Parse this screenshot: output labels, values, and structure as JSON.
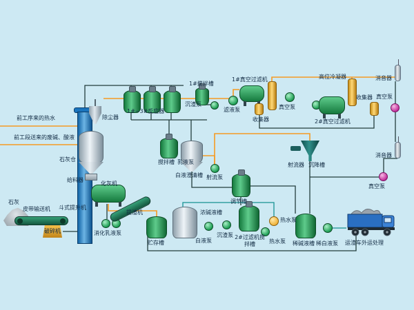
{
  "labels": {
    "hot_water_in": "前工序来的热水",
    "waste_liquor_in": "前工段送来的废碱、酸液",
    "dust_collector": "除尘器",
    "lime_silo": "石灰仓",
    "feeder": "给料器",
    "lime_slaker": "化灰机",
    "lime": "石灰",
    "belt_conveyor": "皮带输送机",
    "crusher": "破碎机",
    "bucket_elevator": "斗式提升机",
    "digestion_pump": "消化乳液泵",
    "slag_extractor": "提渣机",
    "storage_tank": "贮存槽",
    "reactors": "1#~3#反应器",
    "mixing_tank": "搅拌槽",
    "emulsion_pump": "乳液泵",
    "white_liquor_clarifier": "白液澄清槽",
    "jet_pump": "射流泵",
    "mixing_tank_1": "1#搅拌槽",
    "sediment_pump_a": "沉渣泵",
    "filtrate_pump": "滤液泵",
    "vacuum_filter_1": "1#真空过滤机",
    "high_condenser": "高位冷凝器",
    "collector_a": "收集器",
    "vacuum_pump_a": "真空泵",
    "vacuum_filter_2": "2#真空过滤机",
    "collector_b": "收集器",
    "vacuum_pump_b": "真空泵",
    "muffler_a": "消音器",
    "jet_device": "射流器",
    "settling_tank": "沉降槽",
    "muffler_b": "消音器",
    "vacuum_pump_c": "真空泵",
    "conc_alkali_tank": "浓碱液槽",
    "regulating_tank": "调节槽",
    "white_liquor_pump": "白液泵",
    "sediment_pump_b": "沉渣泵",
    "filter2_mixing_tank": "2#过滤机搅拌槽",
    "hot_water_pump_a": "热水泵",
    "hot_water_pump_b": "热水泵",
    "dilute_alkali_tank": "稀碱液槽",
    "dilute_white_pump": "稀白液泵",
    "slag_truck": "运渣车外运处理"
  },
  "colors": {
    "background": "#cde9f3",
    "pipe_orange": "#f59a23",
    "pipe_dark": "#223d3c",
    "pipe_teal": "#159292",
    "tank_green": "#1d9e54",
    "tank_silver": "#aebec9",
    "equipment_yellow": "#f0b43c",
    "pump_magenta": "#c2319b",
    "elevator_blue": "#1a74bd",
    "truck_blue": "#2a6fc2"
  }
}
